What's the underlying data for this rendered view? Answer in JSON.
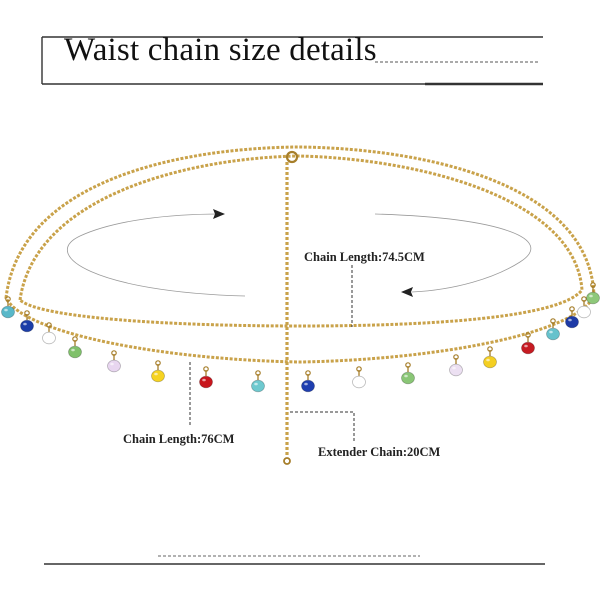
{
  "title": "Waist chain size details",
  "labels": {
    "inner_chain": "Chain Length:74.5CM",
    "outer_chain": "Chain Length:76CM",
    "extender": "Extender Chain:20CM"
  },
  "colors": {
    "gold": "#c9a24a",
    "gold_dark": "#a67e2a",
    "frame": "#333333",
    "dash": "#555555",
    "beads": [
      "#59b8c9",
      "#1c3ea8",
      "#ffffff",
      "#7fc06a",
      "#e8d6f0",
      "#f6d321",
      "#c8161d",
      "#6ec9cf",
      "#1f3fb0",
      "#ffffff",
      "#8ac676",
      "#ece0f2",
      "#f4cf22",
      "#c61b22",
      "#66c2cc",
      "#1d3aa6",
      "#ffffff",
      "#8ec87a"
    ]
  }
}
